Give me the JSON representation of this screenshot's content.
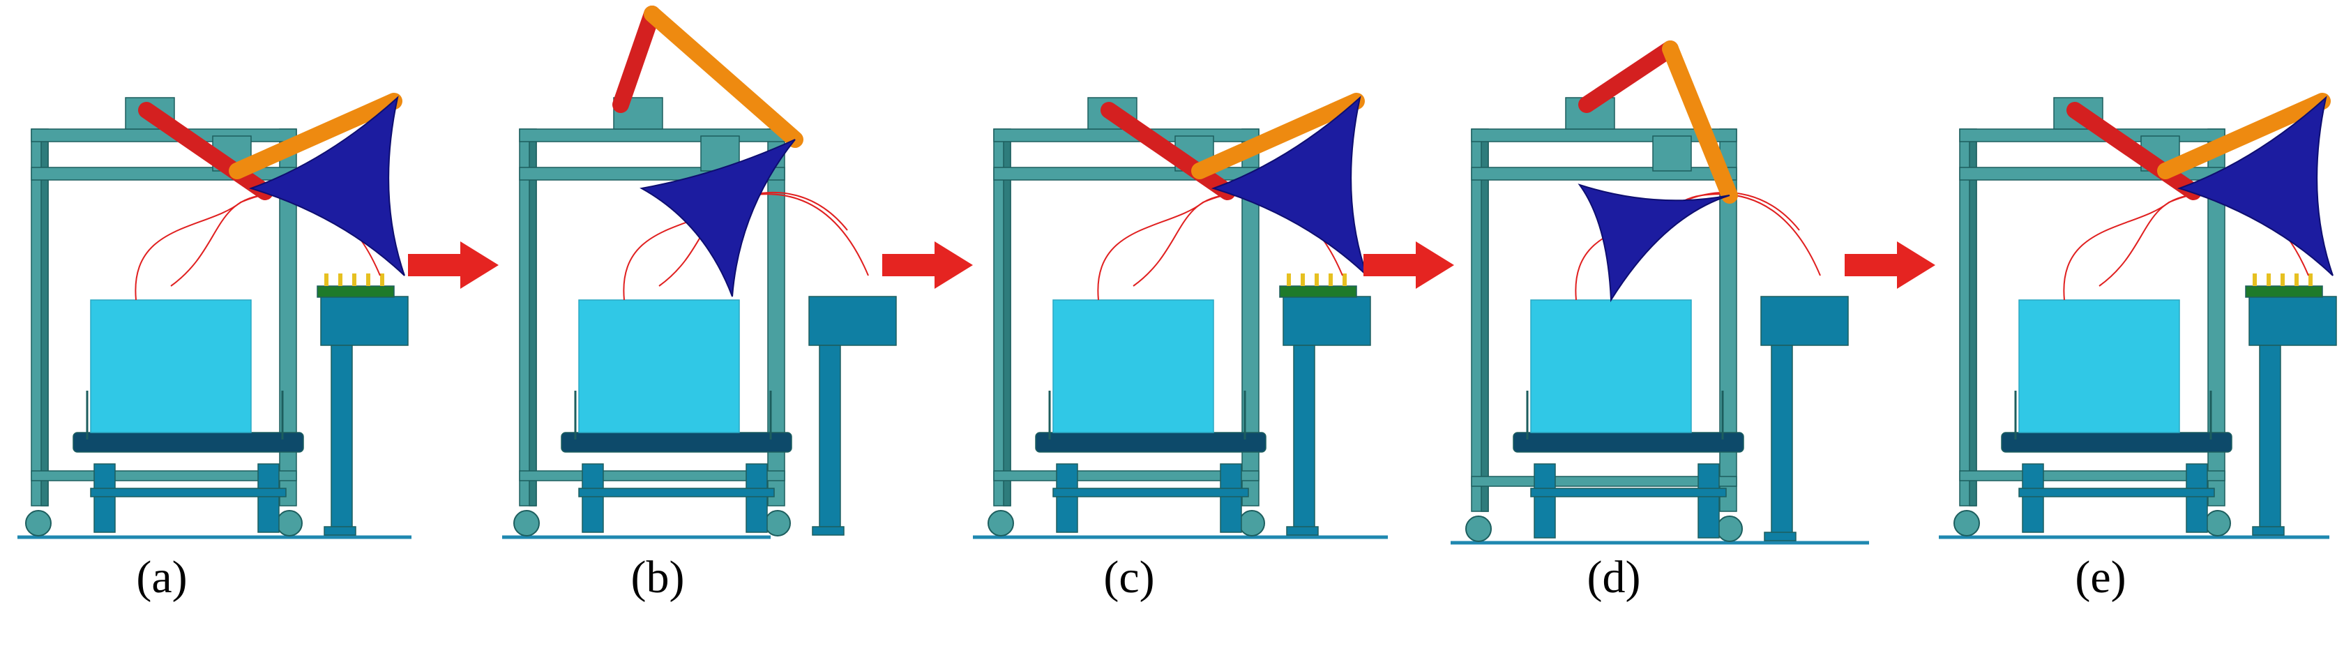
{
  "figure": {
    "panels": [
      {
        "id": "a",
        "caption": "(a)"
      },
      {
        "id": "b",
        "caption": "(b)"
      },
      {
        "id": "c",
        "caption": "(c)"
      },
      {
        "id": "d",
        "caption": "(d)"
      },
      {
        "id": "e",
        "caption": "(e)"
      }
    ],
    "arrow_count": 4
  },
  "colors": {
    "frame": "#4aa0a0",
    "frame_dark": "#2e7c7c",
    "box": "#30c8e6",
    "table": "#0f7fa3",
    "link_red": "#d42020",
    "link_orange": "#ee8a10",
    "hand": "#1c1ca0",
    "trajectory": "#e02020",
    "arrow": "#e52421",
    "ground": "#1f88b0",
    "conveyor": "#0d4a6a",
    "board": "#1e7a2a",
    "pins": "#e6c020"
  }
}
